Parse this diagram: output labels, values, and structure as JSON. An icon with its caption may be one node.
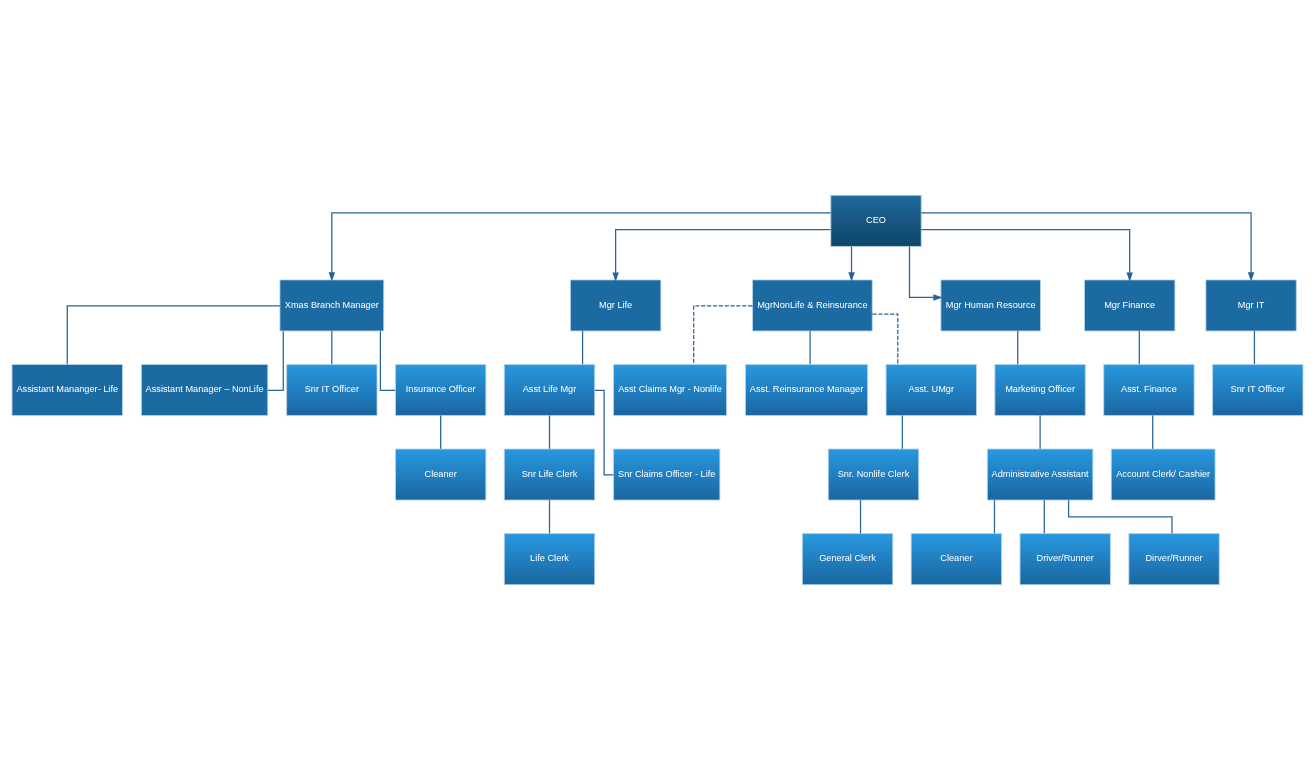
{
  "diagram": {
    "nodes": [
      {
        "text": [
          "CEO"
        ]
      },
      {
        "text": [
          "Xmas Branch Manager"
        ]
      },
      {
        "text": [
          "Mgr Life"
        ]
      },
      {
        "text": [
          "MgrNonLife & Reinsurance"
        ]
      },
      {
        "text": [
          "Mgr Human Resource"
        ]
      },
      {
        "text": [
          "Mgr Finance"
        ]
      },
      {
        "text": [
          "Mgr IT"
        ]
      },
      {
        "text": [
          "Assistant Mananger- Life"
        ]
      },
      {
        "text": [
          "Assistant Manager – NonLife"
        ]
      },
      {
        "text": [
          "Asst Life Mgr"
        ]
      },
      {
        "text": [
          "Asst Claims Mgr - Nonlife"
        ]
      },
      {
        "text": [
          "Asst. Reinsurance Manager"
        ]
      },
      {
        "text": [
          "Asst. UMgr"
        ]
      },
      {
        "text": [
          "Marketing Officer"
        ]
      },
      {
        "text": [
          "Asst. Finance"
        ]
      },
      {
        "text": [
          "Snr IT Officer"
        ]
      },
      {
        "text": [
          "Snr Life Clerk"
        ]
      },
      {
        "text": [
          "Snr Claims Officer - Life"
        ]
      },
      {
        "text": [
          "Snr. Nonlife Clerk"
        ]
      },
      {
        "text": [
          "Administrative Assistant"
        ]
      },
      {
        "text": [
          "Snr IT Officer"
        ]
      },
      {
        "text": [
          "Insurance Officer"
        ]
      },
      {
        "text": [
          "Life Clerk"
        ]
      },
      {
        "text": [
          "General Clerk"
        ]
      },
      {
        "text": [
          "Account Clerk/ Cashier"
        ]
      },
      {
        "text": [
          "Cleaner"
        ]
      },
      {
        "text": [
          "Cleaner"
        ]
      },
      {
        "text": [
          "Driver/Runner"
        ]
      },
      {
        "text": [
          "Dirver/Runner"
        ]
      }
    ],
    "edges": [
      {
        "from": 0,
        "to": 1,
        "arrow": "to"
      },
      {
        "from": 0,
        "to": 2,
        "arrow": "to"
      },
      {
        "from": 0,
        "to": 3,
        "arrow": "to"
      },
      {
        "from": 0,
        "to": 4,
        "arrow": "to"
      },
      {
        "from": 0,
        "to": 5,
        "arrow": "to"
      },
      {
        "from": 0,
        "to": 6,
        "arrow": "to"
      },
      {
        "from": 1,
        "to": 7,
        "arrow": "none"
      },
      {
        "from": 1,
        "to": 8,
        "arrow": "none"
      },
      {
        "from": 1,
        "to": 15,
        "arrow": "none"
      },
      {
        "from": 1,
        "to": 21,
        "arrow": "none"
      },
      {
        "from": 21,
        "to": 25,
        "arrow": "none"
      },
      {
        "from": 2,
        "to": 9,
        "arrow": "none"
      },
      {
        "from": 9,
        "to": 16,
        "arrow": "none"
      },
      {
        "from": 9,
        "to": 17,
        "arrow": "none"
      },
      {
        "from": 16,
        "to": 22,
        "arrow": "none"
      },
      {
        "from": 3,
        "to": 10,
        "arrow": "none",
        "style": "dashed"
      },
      {
        "from": 3,
        "to": 11,
        "arrow": "none"
      },
      {
        "from": 3,
        "to": 12,
        "arrow": "none",
        "style": "dashed"
      },
      {
        "from": 12,
        "to": 18,
        "arrow": "none"
      },
      {
        "from": 18,
        "to": 23,
        "arrow": "none"
      },
      {
        "from": 4,
        "to": 13,
        "arrow": "none"
      },
      {
        "from": 13,
        "to": 19,
        "arrow": "none"
      },
      {
        "from": 19,
        "to": 26,
        "arrow": "none"
      },
      {
        "from": 19,
        "to": 27,
        "arrow": "none"
      },
      {
        "from": 19,
        "to": 28,
        "arrow": "none"
      },
      {
        "from": 5,
        "to": 14,
        "arrow": "none"
      },
      {
        "from": 14,
        "to": 24,
        "arrow": "none"
      },
      {
        "from": 6,
        "to": 20,
        "arrow": "none"
      }
    ]
  }
}
